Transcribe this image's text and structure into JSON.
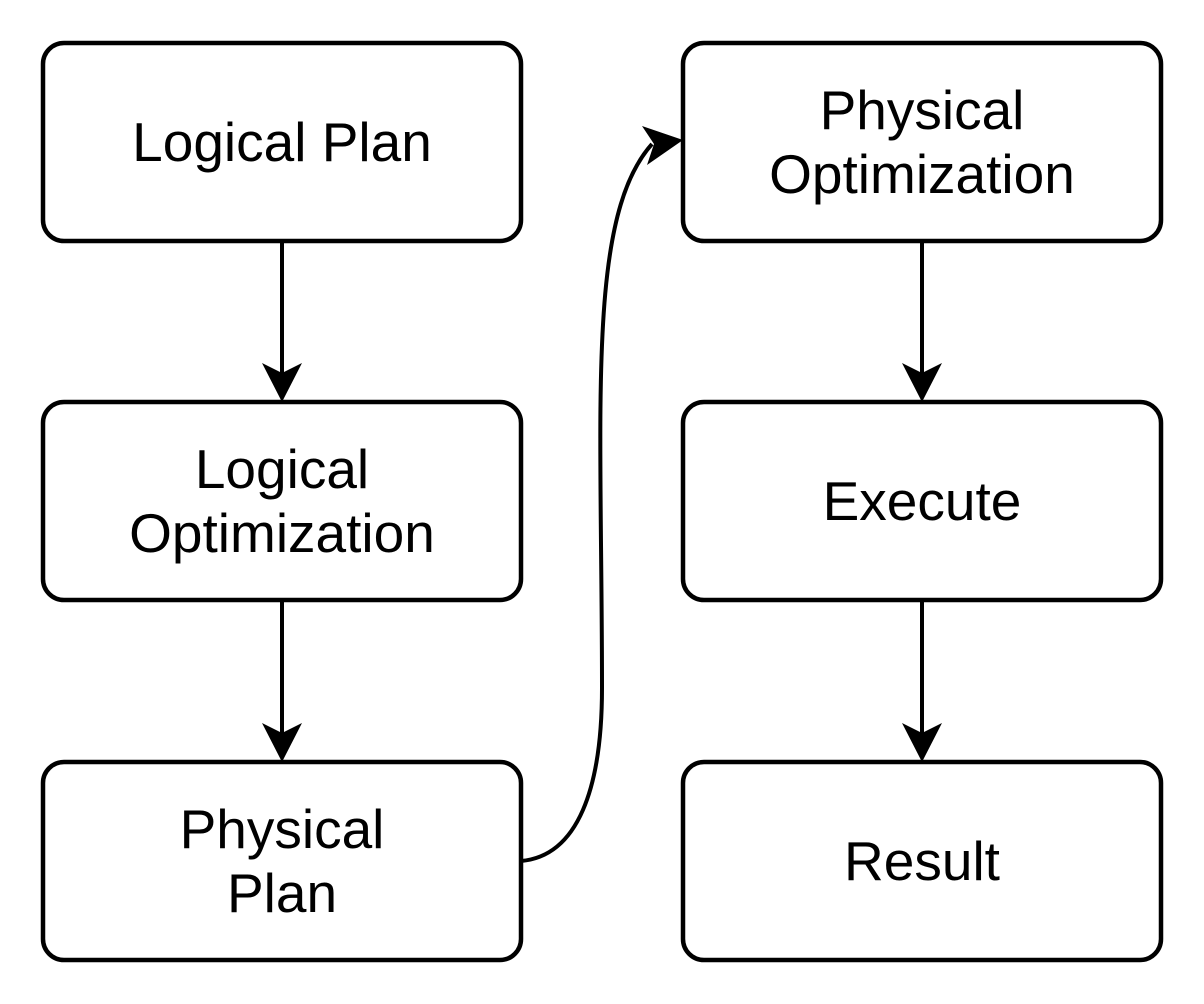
{
  "diagram": {
    "type": "flowchart",
    "background_color": "#ffffff",
    "node_fill_color": "#ffffff",
    "node_border_color": "#000000",
    "text_color": "#000000",
    "arrow_color": "#000000",
    "nodes": [
      {
        "id": "logical-plan",
        "label": "Logical Plan",
        "column": "left",
        "row": 1
      },
      {
        "id": "logical-optimization",
        "label": "Logical\nOptimization",
        "column": "left",
        "row": 2
      },
      {
        "id": "physical-plan",
        "label": "Physical\nPlan",
        "column": "left",
        "row": 3
      },
      {
        "id": "physical-optimization",
        "label": "Physical\nOptimization",
        "column": "right",
        "row": 1
      },
      {
        "id": "execute",
        "label": "Execute",
        "column": "right",
        "row": 2
      },
      {
        "id": "result",
        "label": "Result",
        "column": "right",
        "row": 3
      }
    ],
    "edges": [
      {
        "from": "logical-plan",
        "to": "logical-optimization",
        "style": "straight-down"
      },
      {
        "from": "logical-optimization",
        "to": "physical-plan",
        "style": "straight-down"
      },
      {
        "from": "physical-plan",
        "to": "physical-optimization",
        "style": "curved-s"
      },
      {
        "from": "physical-optimization",
        "to": "execute",
        "style": "straight-down"
      },
      {
        "from": "execute",
        "to": "result",
        "style": "straight-down"
      }
    ]
  }
}
